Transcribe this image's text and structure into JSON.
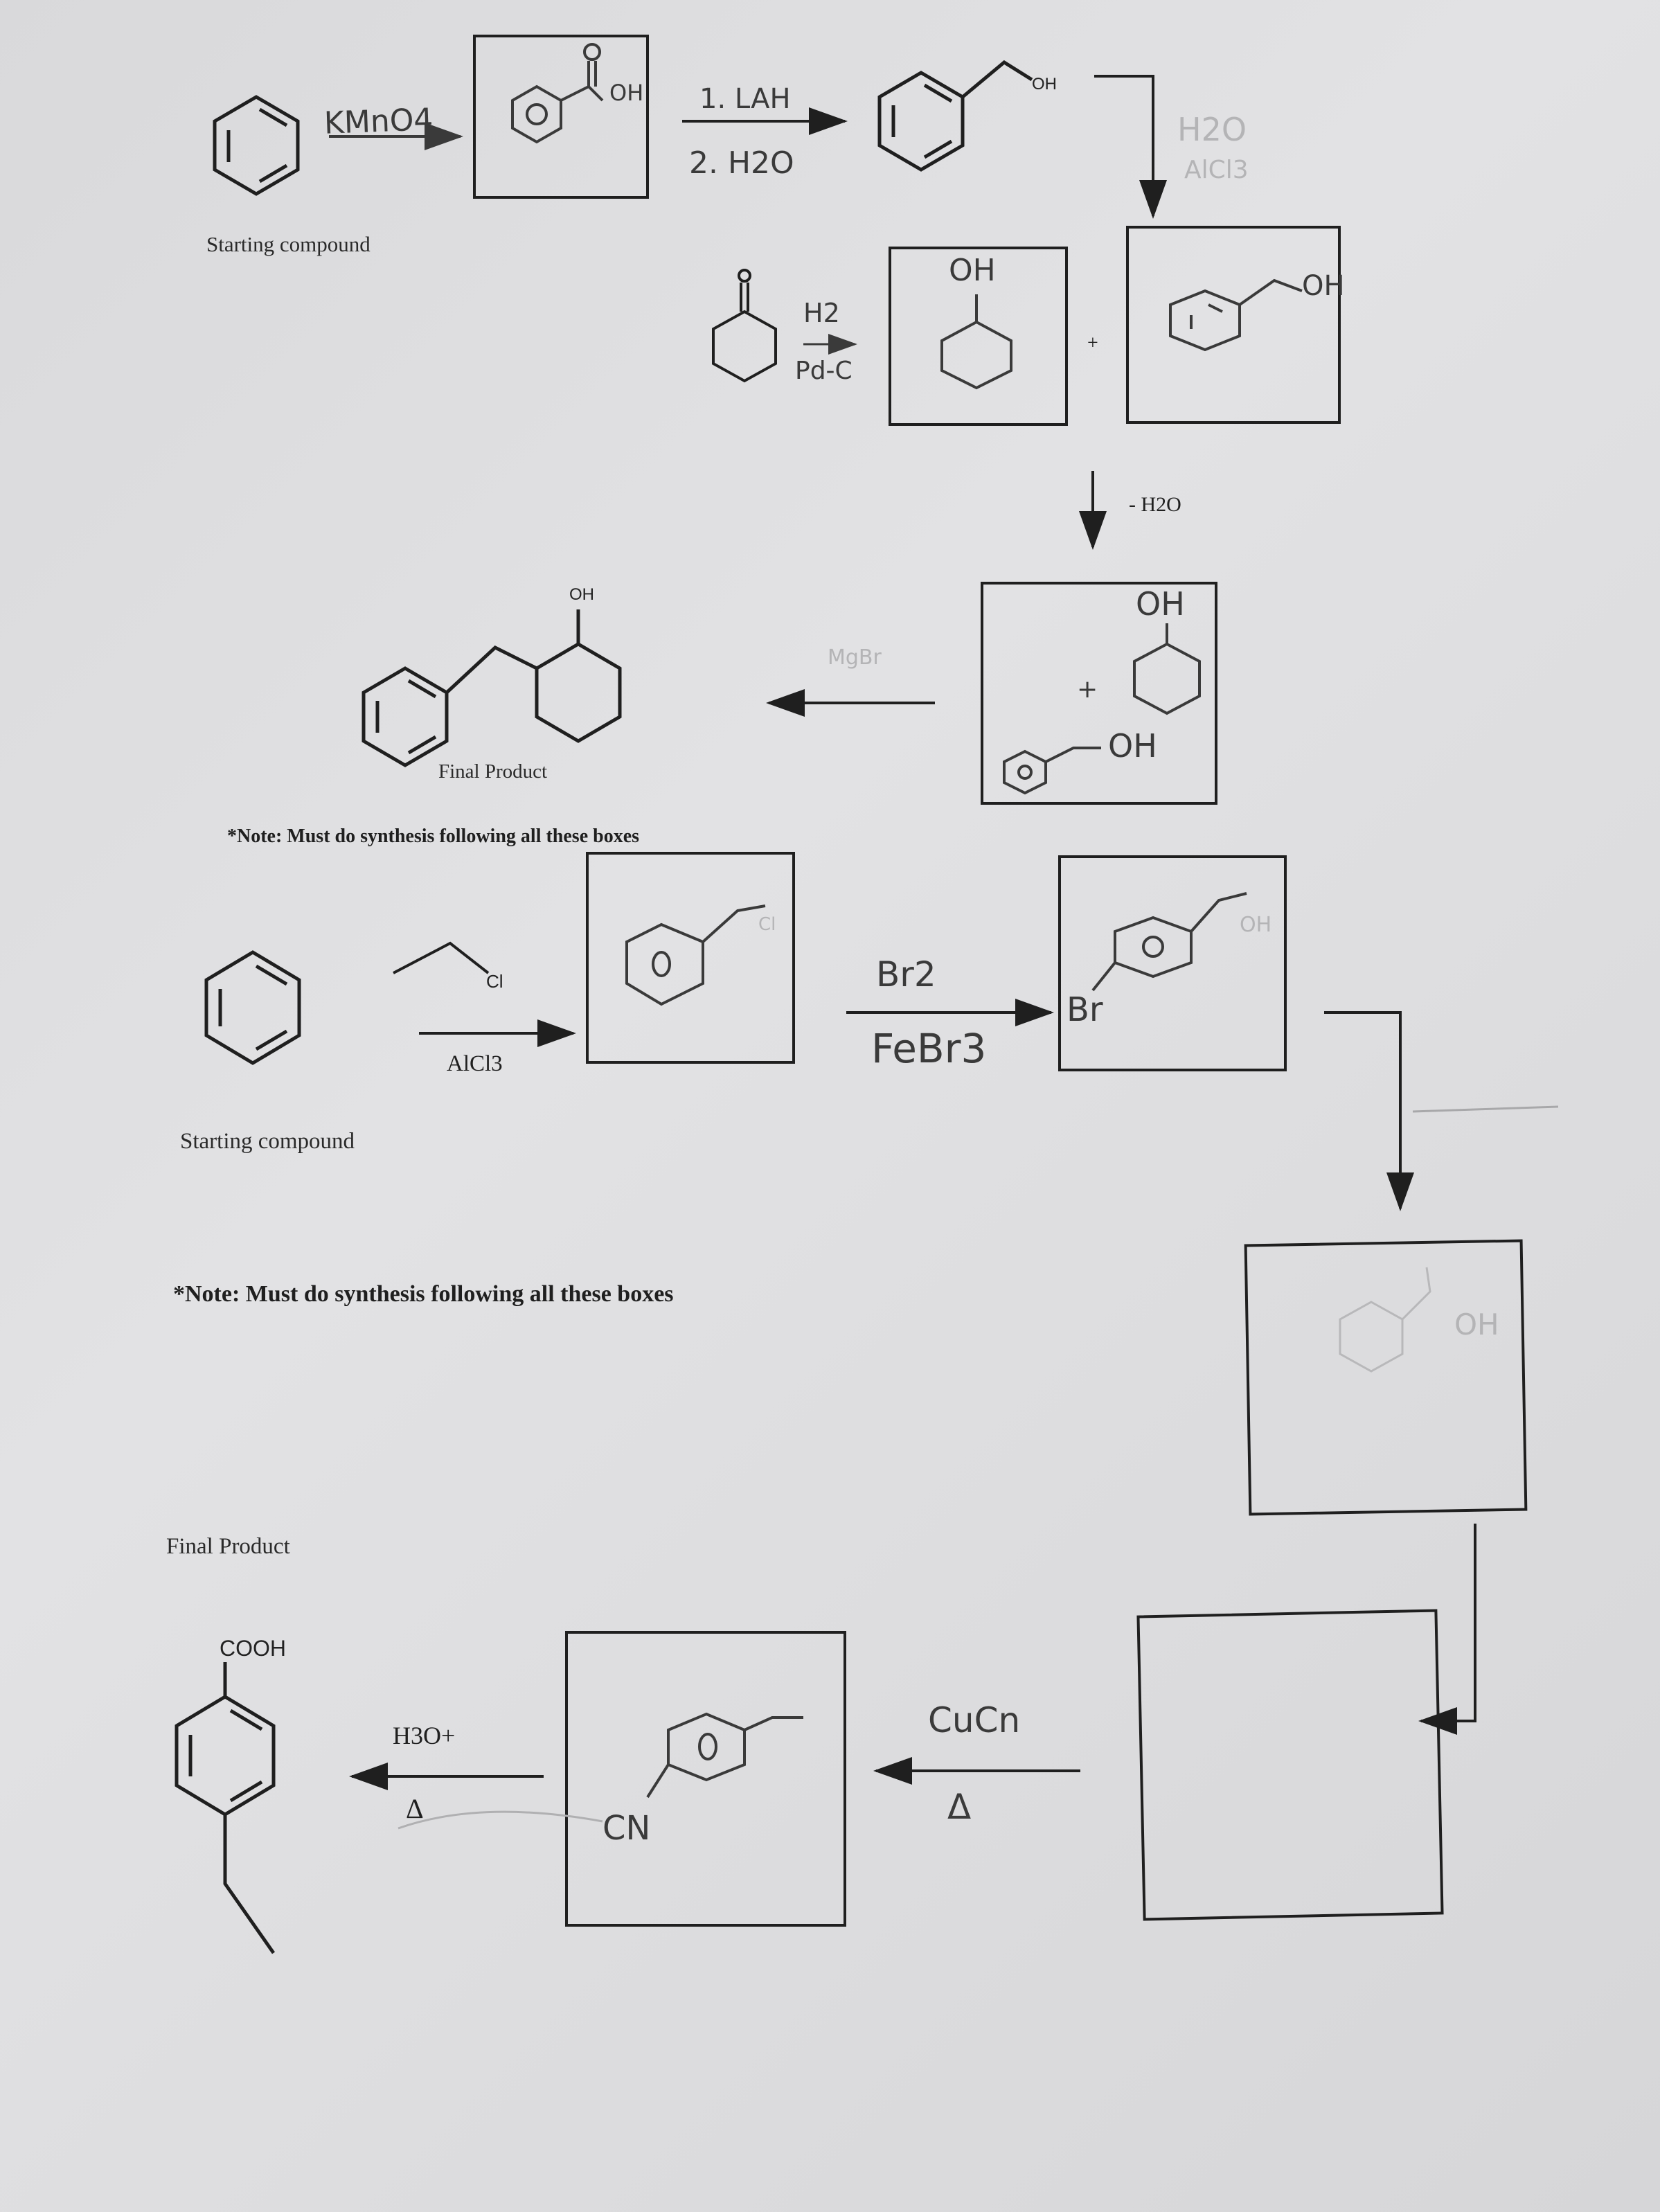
{
  "problem1": {
    "starting_label": "Starting compound",
    "final_label": "Final Product",
    "note": "*Note:  Must do synthesis following all these boxes",
    "reagent_kmno4": "KMnO4",
    "lah_step1": "1. LAH",
    "lah_step2": "2. H2O",
    "oh_printed": "OH",
    "h2o_faint": "H2O",
    "alcl3_faint": "AlCl3",
    "h2_label": "H2",
    "pdc_label": "Pd-C",
    "plus": "+",
    "minus_h2o": "- H2O",
    "oh_hand": "OH",
    "mgbr_faint": "MgBr",
    "final_oh": "OH"
  },
  "problem2": {
    "starting_label": "Starting compound",
    "final_label": "Final Product",
    "note": "*Note:  Must do synthesis following all these boxes",
    "cl_label": "Cl",
    "alcl3": "AlCl3",
    "br2": "Br2",
    "febr3": "FeBr3",
    "br_hand": "Br",
    "oh_faint": "OH",
    "cucn": "CuCn",
    "delta": "Δ",
    "h3o": "H3O+",
    "cn_hand": "CN",
    "cooh": "COOH"
  },
  "colors": {
    "paper": "#dedee0",
    "pencil": "#3a3a3a",
    "print_ink": "#1f1f1f",
    "erased": "#b4b4b6"
  }
}
